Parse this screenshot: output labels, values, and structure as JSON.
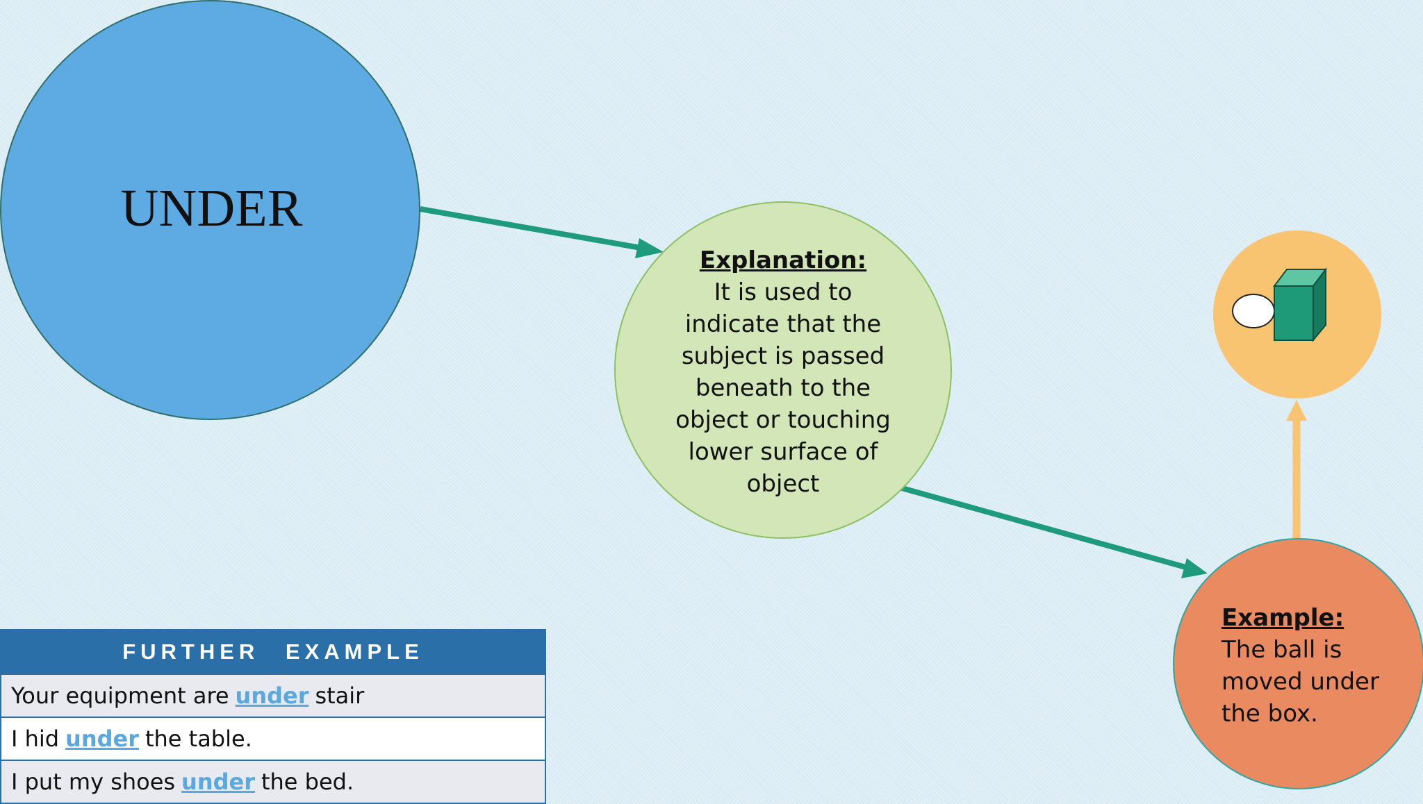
{
  "main_circle": {
    "title": "UNDER"
  },
  "explanation": {
    "heading": "Explanation:",
    "body": "It is used to indicate that the subject is passed beneath to the object or touching lower surface of object"
  },
  "example": {
    "heading": "Example:",
    "body": "The ball is moved under the box."
  },
  "further_example": {
    "header": "FURTHER EXAMPLE",
    "rows": [
      {
        "before": "Your equipment are",
        "keyword": "under",
        "after": "stair"
      },
      {
        "before": "I hid",
        "keyword": "under",
        "after": "the table."
      },
      {
        "before": "I put my shoes",
        "keyword": "under",
        "after": "the bed."
      }
    ]
  },
  "colors": {
    "main_circle": "#5eaae3",
    "explanation_circle": "#d3e6b8",
    "example_circle": "#e98a60",
    "picture_circle": "#f8c471",
    "arrow_teal": "#1e9a7c",
    "arrow_orange": "#f8c471",
    "table_header": "#2a6fa8",
    "keyword": "#5aa8dd",
    "box": "#1f9a78"
  },
  "icons": [
    "ball-icon",
    "box-icon"
  ]
}
